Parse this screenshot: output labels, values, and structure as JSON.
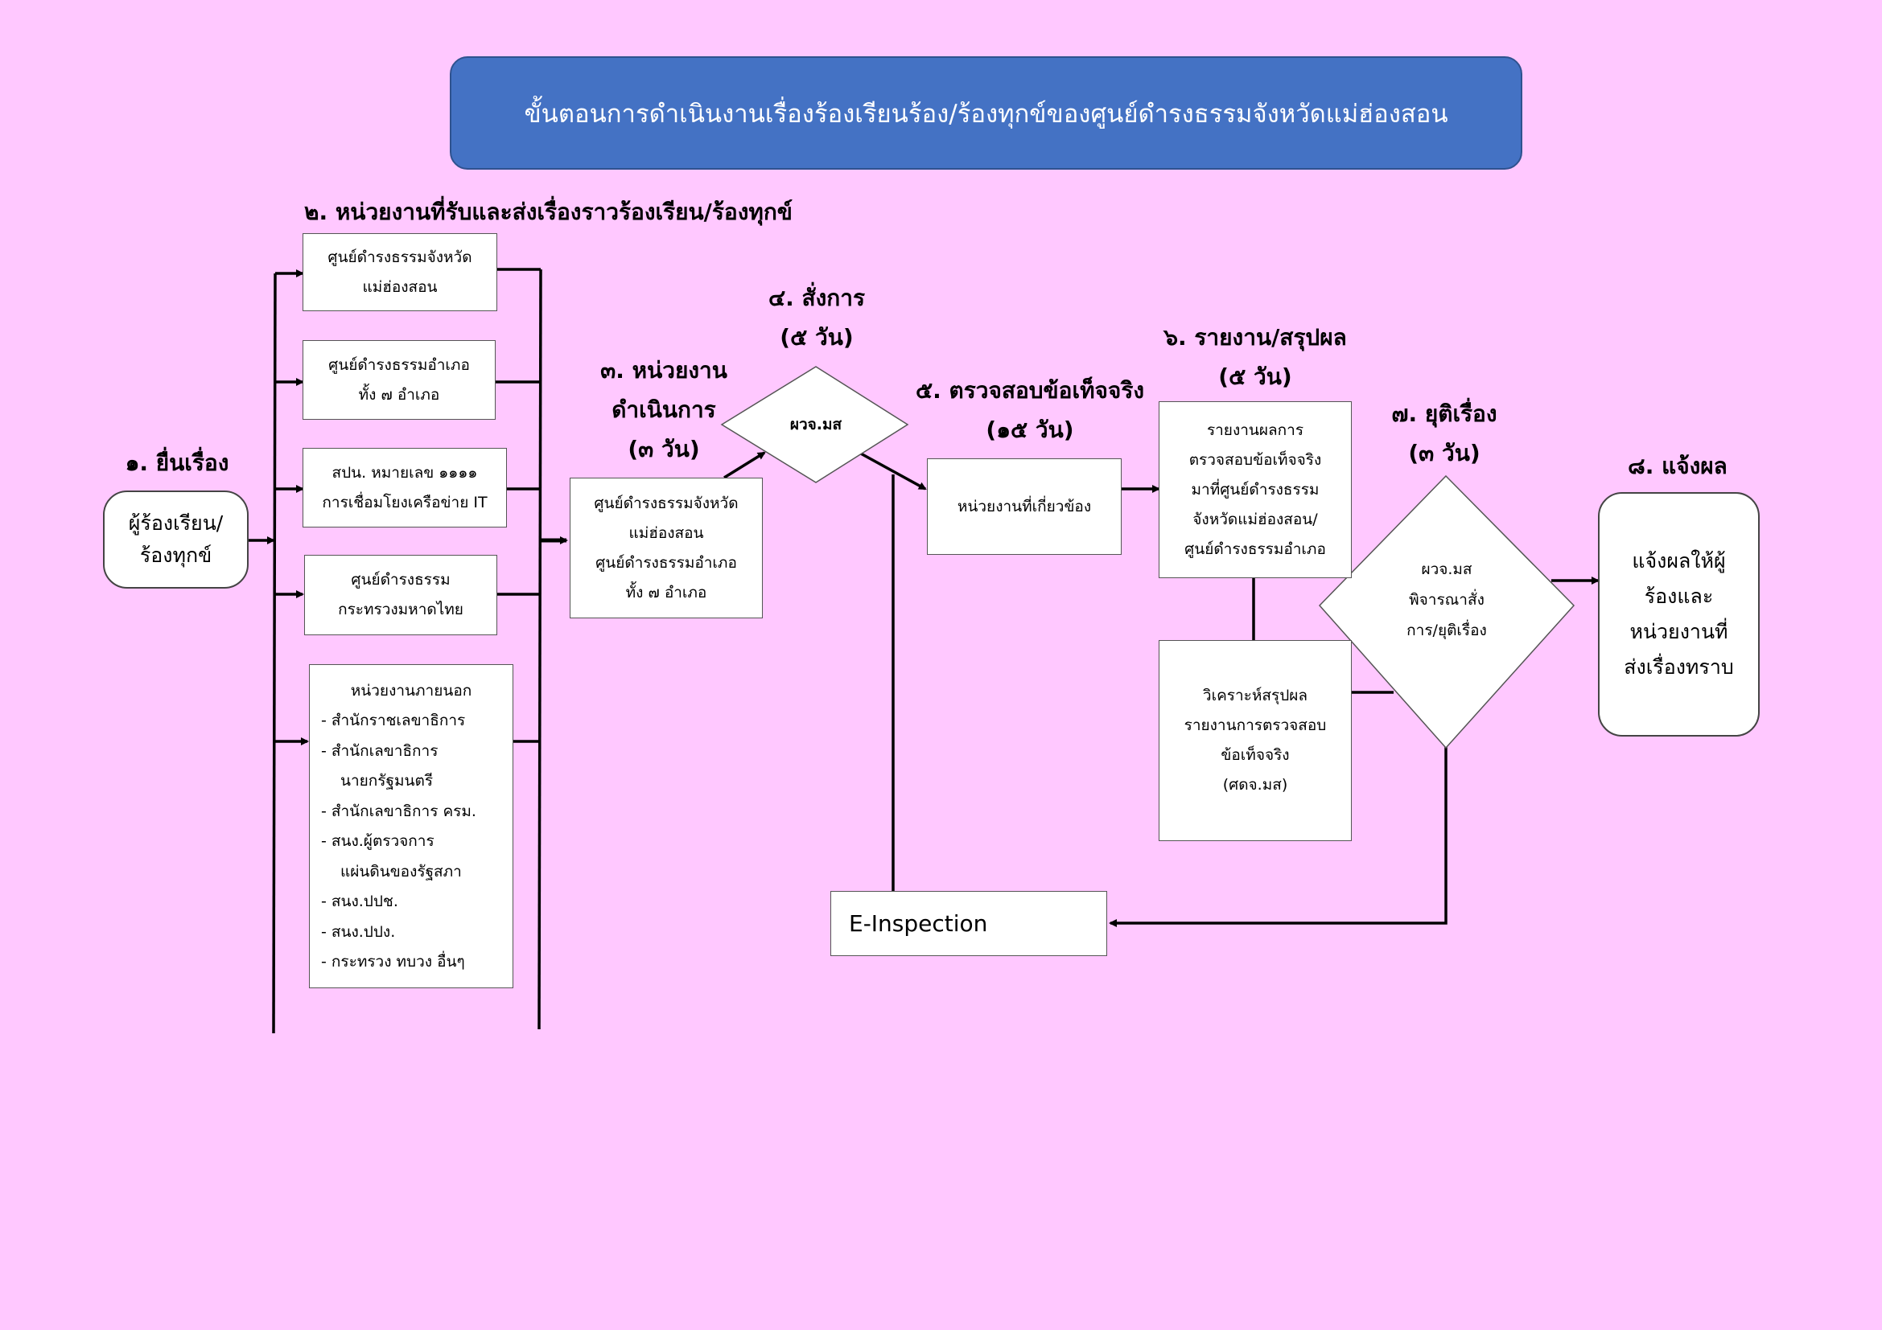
{
  "title": "ขั้นตอนการดำเนินงานเรื่องร้องเรียนร้อง/ร้องทุกข์ของศูนย์ดำรงธรรมจังหวัดแม่ฮ่องสอน",
  "steps": {
    "step1": "๑. ยื่นเรื่อง",
    "step2": "๒. หน่วยงานที่รับและส่งเรื่องราวร้องเรียน/ร้องทุกข์",
    "step3": "๓. หน่วยงาน\nดำเนินการ\n(๓ วัน)",
    "step4": "๔. สั่งการ\n(๕ วัน)",
    "step5": "๕. ตรวจสอบข้อเท็จจริง\n(๑๕ วัน)",
    "step6": "๖. รายงาน/สรุปผล\n(๕ วัน)",
    "step7": "๗. ยุติเรื่อง\n(๓ วัน)",
    "step8": "๘. แจ้งผล"
  },
  "boxes": {
    "complainant": "ผู้ร้องเรียน/\nร้องทุกข์",
    "recv1": "ศูนย์ดำรงธรรมจังหวัด\nแม่ฮ่องสอน",
    "recv2": "ศูนย์ดำรงธรรมอำเภอ\nทั้ง ๗ อำเภอ",
    "recv3": "สปน. หมายเลข ๑๑๑๑\nการเชื่อมโยงเครือข่าย IT",
    "recv4": "ศูนย์ดำรงธรรม\nกระทรวงมหาดไทย",
    "external_title": "หน่วยงานภายนอก",
    "external_items": [
      "สำนักราชเลขาธิการ",
      "สำนักเลขาธิการ\nนายกรัฐมนตรี",
      "สำนักเลขาธิการ ครม.",
      "สนง.ผู้ตรวจการ\nแผ่นดินของรัฐสภา",
      "สนง.ปปช.",
      "สนง.ปปง.",
      "กระทรวง ทบวง อื่นๆ"
    ],
    "operator": "ศูนย์ดำรงธรรมจังหวัด\nแม่ฮ่องสอน\nศูนย์ดำรงธรรมอำเภอ\nทั้ง ๗ อำเภอ",
    "order_diamond": "ผวจ.มส",
    "related": "หน่วยงานที่เกี่ยวข้อง",
    "report": "รายงานผลการ\nตรวจสอบข้อเท็จจริง\nมาที่ศูนย์ดำรงธรรม\nจังหวัดแม่ฮ่องสอน/\nศูนย์ดำรงธรรมอำเภอ",
    "analyze": "วิเคราะห์สรุปผล\nรายงานการตรวจสอบ\nข้อเท็จจริง\n(ศดจ.มส)",
    "end_diamond": "ผวจ.มส\nพิจารณาสั่ง\nการ/ยุติเรื่อง",
    "notify": "แจ้งผลให้ผู้\nร้องและ\nหน่วยงานที่\nส่งเรื่องทราบ",
    "einspection": "E-Inspection"
  },
  "colors": {
    "background": "#ffc8ff",
    "title_fill": "#4472c4"
  }
}
